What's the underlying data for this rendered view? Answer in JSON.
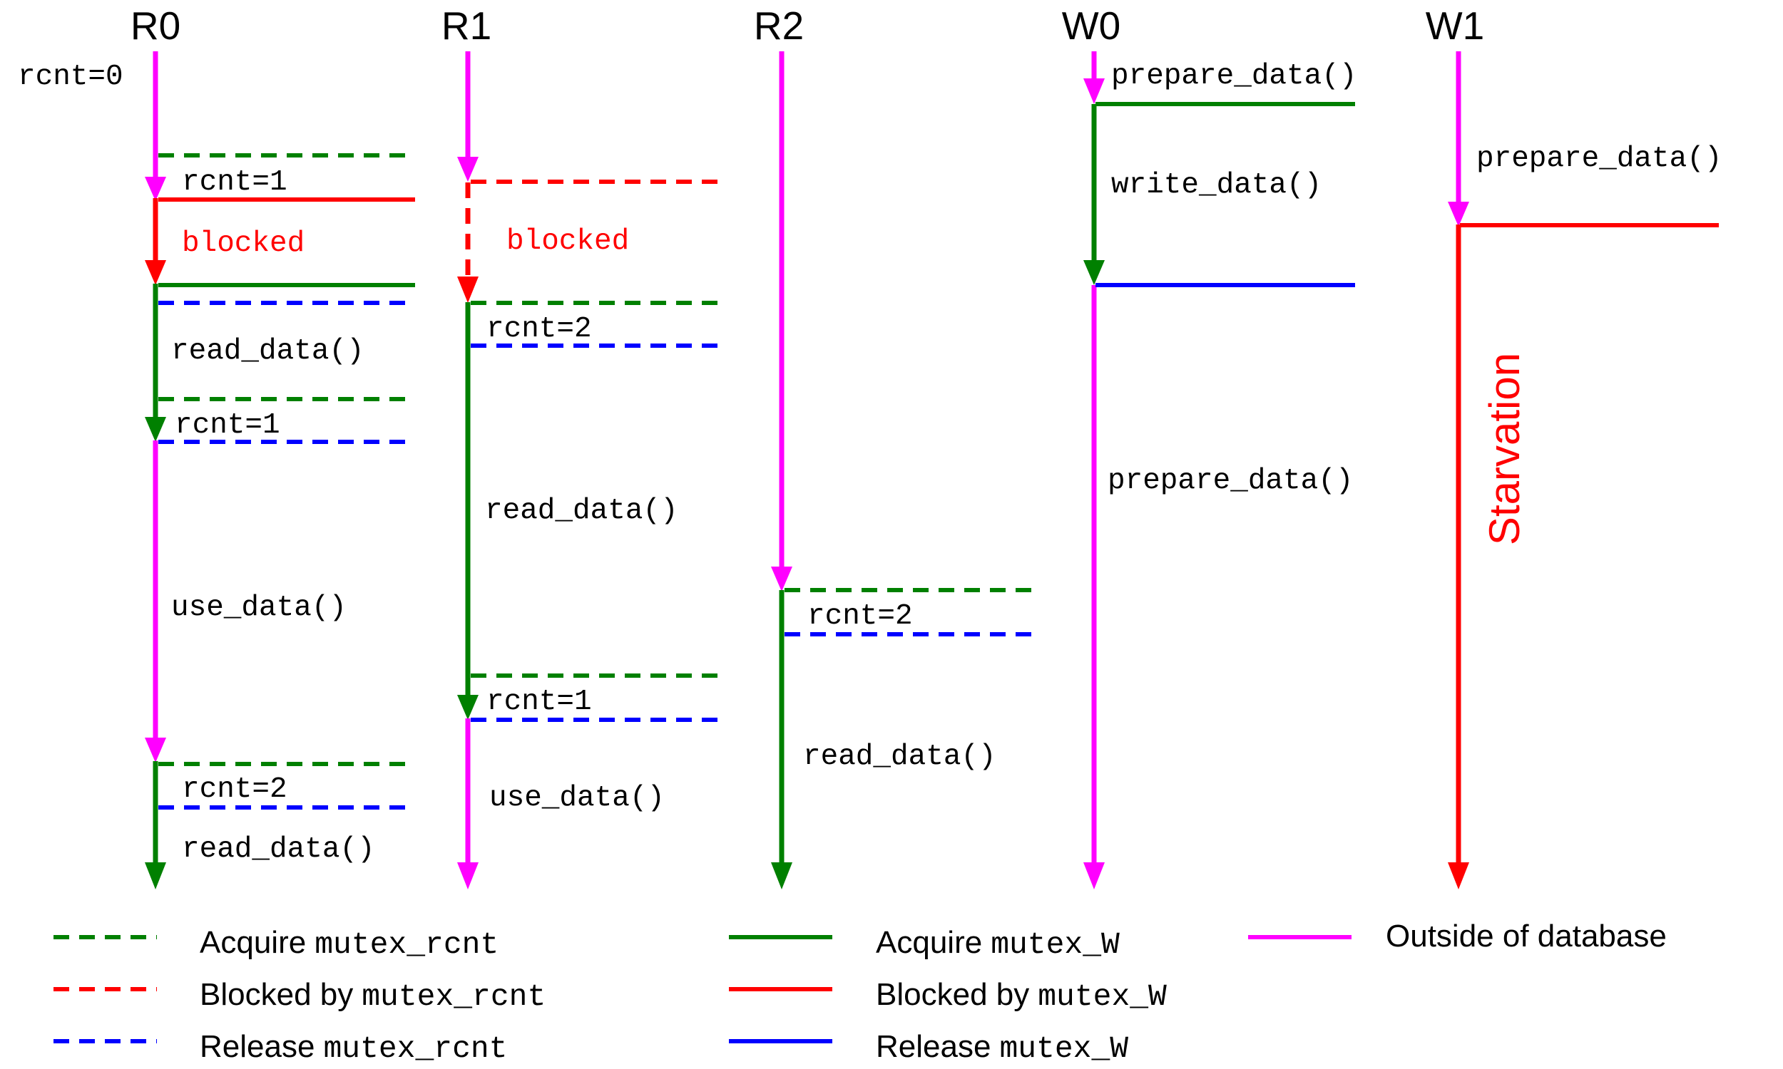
{
  "colors": {
    "outside": "#ff00ff",
    "acquire": "#008000",
    "blocked": "#ff0000",
    "release": "#0000ff"
  },
  "threads": {
    "r0": "R0",
    "r1": "R1",
    "r2": "R2",
    "w0": "W0",
    "w1": "W1"
  },
  "labels": {
    "r0_rcnt0": "rcnt=0",
    "r0_rcnt1a": "rcnt=1",
    "r0_blocked": "blocked",
    "r0_read1": "read_data()",
    "r0_rcnt1b": "rcnt=1",
    "r0_use": "use_data()",
    "r0_rcnt2": "rcnt=2",
    "r0_read2": "read_data()",
    "r1_blocked": "blocked",
    "r1_rcnt2": "rcnt=2",
    "r1_read": "read_data()",
    "r1_rcnt1": "rcnt=1",
    "r1_use": "use_data()",
    "r2_rcnt2": "rcnt=2",
    "r2_read": "read_data()",
    "w0_prepare1": "prepare_data()",
    "w0_write": "write_data()",
    "w0_prepare2": "prepare_data()",
    "w1_prepare": "prepare_data()",
    "w1_starvation": "Starvation"
  },
  "legend": {
    "acquire_rcnt": {
      "text": "Acquire",
      "code": "mutex_rcnt"
    },
    "blocked_rcnt": {
      "text": "Blocked by",
      "code": "mutex_rcnt"
    },
    "release_rcnt": {
      "text": "Release",
      "code": "mutex_rcnt"
    },
    "acquire_w": {
      "text": "Acquire",
      "code": "mutex_W"
    },
    "blocked_w": {
      "text": "Blocked by",
      "code": "mutex_W"
    },
    "release_w": {
      "text": "Release",
      "code": "mutex_W"
    },
    "outside": {
      "text": "Outside of database"
    }
  }
}
